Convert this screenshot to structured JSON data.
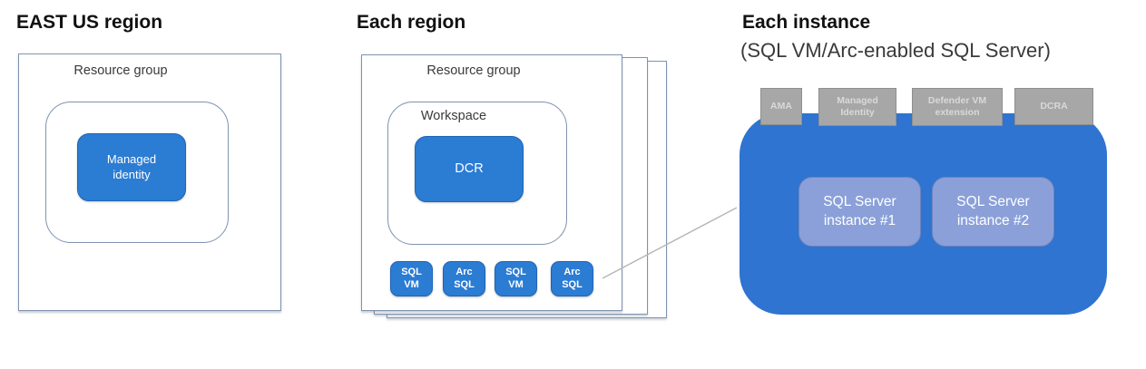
{
  "sections": {
    "east_us": {
      "title": "EAST US region",
      "resource_group_label": "Resource group",
      "managed_identity_label": "Managed identity"
    },
    "each_region": {
      "title": "Each region",
      "resource_group_label": "Resource group",
      "workspace_label": "Workspace",
      "dcr_label": "DCR",
      "instance_nodes": [
        {
          "label": "SQL VM"
        },
        {
          "label": "Arc SQL"
        },
        {
          "label": "SQL VM"
        },
        {
          "label": "Arc SQL"
        }
      ]
    },
    "each_instance": {
      "title": "Each instance",
      "subtitle": "(SQL VM/Arc-enabled SQL Server)",
      "extensions": [
        {
          "label": "AMA"
        },
        {
          "label": "Managed Identity"
        },
        {
          "label": "Defender VM extension"
        },
        {
          "label": "DCRA"
        }
      ],
      "sql_instances": [
        {
          "label": "SQL Server instance #1"
        },
        {
          "label": "SQL Server instance #2"
        }
      ]
    }
  },
  "colors": {
    "primary_blue": "#2b7cd3",
    "container_blue": "#2e74d0",
    "instance_blue": "#8ba0d9",
    "gray_box": "#a7a7a7",
    "outline": "#7f93af",
    "connector": "#b5b5b5"
  }
}
